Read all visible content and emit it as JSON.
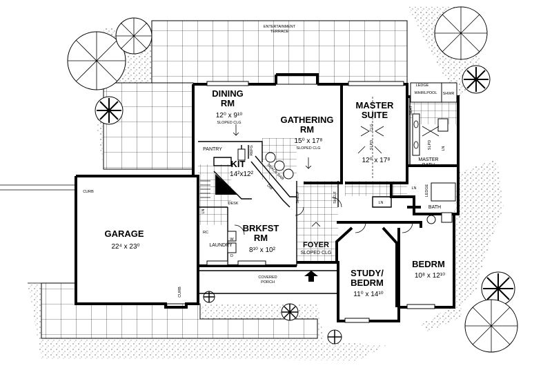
{
  "rooms": {
    "terrace": {
      "line1": "ENTERTAINMENT",
      "line2": "TERRACE"
    },
    "dining": {
      "line1": "DINING",
      "line2": "RM",
      "dim": "12⁰ x 9¹⁰",
      "note": "SLOPED CLG"
    },
    "gathering": {
      "line1": "GATHERING",
      "line2": "RM",
      "dim": "15⁰ x 17⁸",
      "note": "SLOPED CLG"
    },
    "master_suite": {
      "line1": "MASTER",
      "line2": "SUITE",
      "dim": "12⁰ x 17⁸"
    },
    "kitchen": {
      "line1": "KIT",
      "dim": "14²x12²"
    },
    "pantry": {
      "label": "PANTRY"
    },
    "brkfst": {
      "line1": "BRKFST",
      "line2": "RM",
      "dim": "8¹⁰ x 10²"
    },
    "laundry": {
      "label": "LAUNDRY"
    },
    "foyer": {
      "line1": "FOYER",
      "note": "SLOPED CLG"
    },
    "garage": {
      "line1": "GARAGE",
      "dim": "22⁴ x 23⁰"
    },
    "covered_porch": {
      "line1": "COVERED",
      "line2": "PORCH"
    },
    "study": {
      "line1": "STUDY/",
      "line2": "BEDRM",
      "dim": "11⁰ x 14¹⁰"
    },
    "bedrm": {
      "line1": "BEDRM",
      "dim": "10⁸ x 12¹⁰"
    },
    "master_bath": {
      "line1": "MASTER",
      "line2": "BATH"
    },
    "bath": {
      "label": "BATH"
    },
    "whirlpool": {
      "label": "WHIRLPOOL"
    },
    "shwr": {
      "label": "SHWR"
    },
    "ledge_top": {
      "label": "LEDGE"
    },
    "ledge_bath": {
      "label": "LEDGE"
    },
    "seat": {
      "label": "SEAT"
    }
  },
  "small_labels": {
    "clg_master": "CLG",
    "slpd_left": "SLPD",
    "slpd_right": "SLPD",
    "refg": "REFG",
    "desk": "DESK",
    "snack_bar": "SNACK BAR",
    "dw": "DW",
    "shelf_left": "SHELF",
    "shelf_right": "SHELF",
    "ln_hall": "LN",
    "ln_bath": "LN",
    "ln_laundry": "LN",
    "ln_master": "LN",
    "curb_top": "CURB",
    "curb_bottom": "CURB",
    "rc": "RC",
    "d": "D",
    "w": "W"
  },
  "colors": {
    "ink": "#000000",
    "paper": "#ffffff"
  }
}
